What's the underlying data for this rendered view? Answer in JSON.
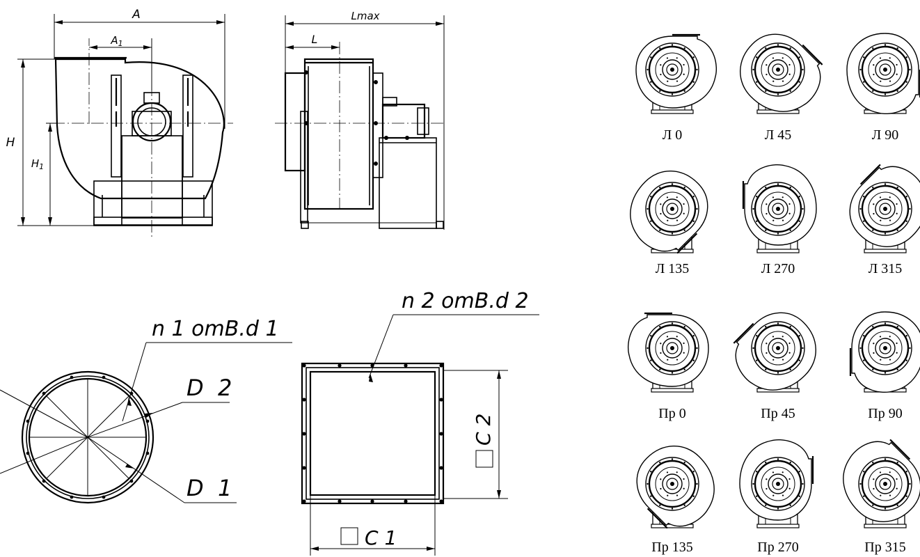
{
  "front_view": {
    "dim_width": "A",
    "dim_width_partial": "A",
    "dim_width_partial_sub": "1",
    "dim_height": "H",
    "dim_height_partial": "H",
    "dim_height_partial_sub": "1"
  },
  "side_view": {
    "dim_length_max": "Lmax",
    "dim_length": "L"
  },
  "round_flange": {
    "holes_label": "n 1 omB.d 1",
    "dim_outer": "D  2",
    "dim_inner": "D  1"
  },
  "square_flange": {
    "holes_label": "n 2 omB.d 2",
    "dim_width": "C 1",
    "dim_height": "C 2"
  },
  "orientations": [
    {
      "label": "Л 0",
      "hand": "left",
      "angle": 0
    },
    {
      "label": "Л 45",
      "hand": "left",
      "angle": 45
    },
    {
      "label": "Л 90",
      "hand": "left",
      "angle": 90
    },
    {
      "label": "Л 135",
      "hand": "left",
      "angle": 135
    },
    {
      "label": "Л 270",
      "hand": "left",
      "angle": 270
    },
    {
      "label": "Л 315",
      "hand": "left",
      "angle": 315
    },
    {
      "label": "Пр 0",
      "hand": "right",
      "angle": 0
    },
    {
      "label": "Пр 45",
      "hand": "right",
      "angle": 45
    },
    {
      "label": "Пр 90",
      "hand": "right",
      "angle": 90
    },
    {
      "label": "Пр 135",
      "hand": "right",
      "angle": 135
    },
    {
      "label": "Пр 270",
      "hand": "right",
      "angle": 270
    },
    {
      "label": "Пр 315",
      "hand": "right",
      "angle": 315
    }
  ]
}
